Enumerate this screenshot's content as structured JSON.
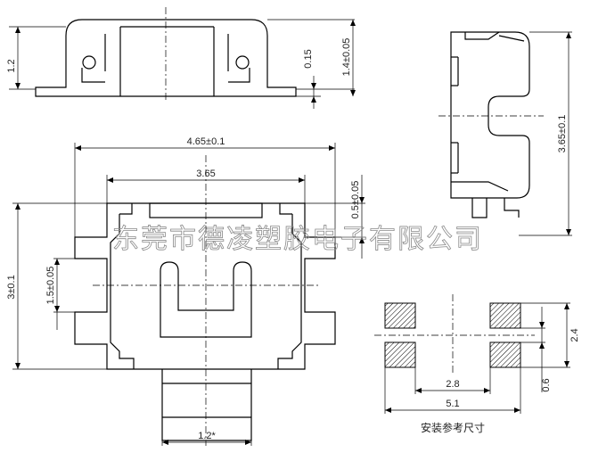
{
  "watermark": "东莞市德凌塑胶电子有限公司",
  "top_view": {
    "height_total": "1.4±0.05",
    "height_body": "1.2",
    "lead_thickness": "0.15"
  },
  "side_view": {
    "width": "3.65±0.1"
  },
  "front_view": {
    "overall_width": "4.65±0.1",
    "body_width": "3.65",
    "height": "3±0.1",
    "tab_height": "0.5±0.05",
    "pin_height": "1.5±0.05",
    "actuator_width": "1.2*"
  },
  "footprint": {
    "pad_spacing_inner": "2.8",
    "pad_spacing_outer": "5.1",
    "pad_height": "0.6",
    "pad_pitch": "2.4",
    "caption": "安装参考尺寸"
  }
}
